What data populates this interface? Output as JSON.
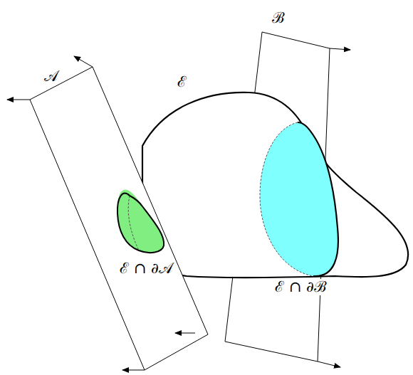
{
  "diagram": {
    "labels": [
      "𝒜",
      "ℬ",
      "ℰ",
      "ℰ ∩ ∂𝒜",
      "ℰ ∩ ∂ℬ"
    ]
  }
}
